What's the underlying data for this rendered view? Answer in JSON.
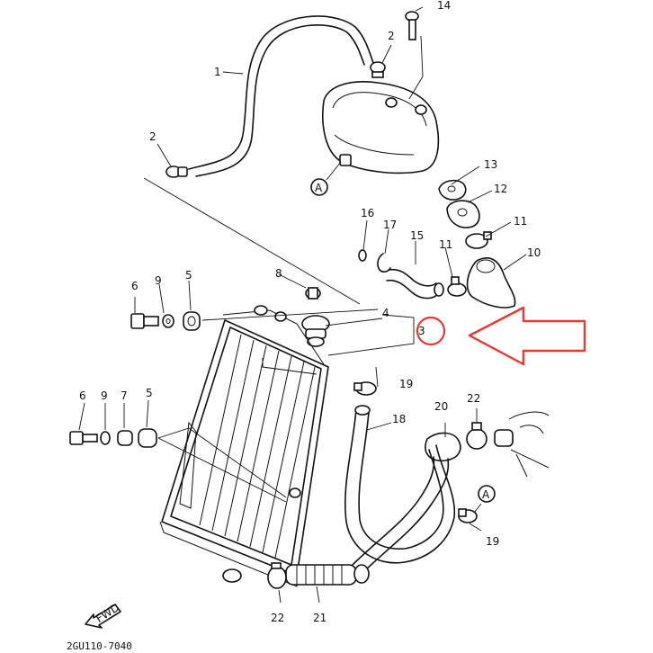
{
  "diagram": {
    "callouts": {
      "p1": "1",
      "p2a": "2",
      "p2b": "2",
      "p3": "3",
      "p4": "4",
      "p5a": "5",
      "p5b": "5",
      "p6a": "6",
      "p6b": "6",
      "p7": "7",
      "p8": "8",
      "p9a": "9",
      "p9b": "9",
      "p10": "10",
      "p11a": "11",
      "p11b": "11",
      "p12": "12",
      "p13": "13",
      "p14": "14",
      "p15": "15",
      "p16": "16",
      "p17": "17",
      "p18": "18",
      "p19a": "19",
      "p19b": "19",
      "p20": "20",
      "p21": "21",
      "p22a": "22",
      "p22b": "22"
    },
    "ref_marks": {
      "a_top": "A",
      "a_bottom": "A"
    },
    "fwd_label": "FWD",
    "drawing_code": "2GU110-7040",
    "highlight": {
      "color": "#e53935"
    }
  }
}
